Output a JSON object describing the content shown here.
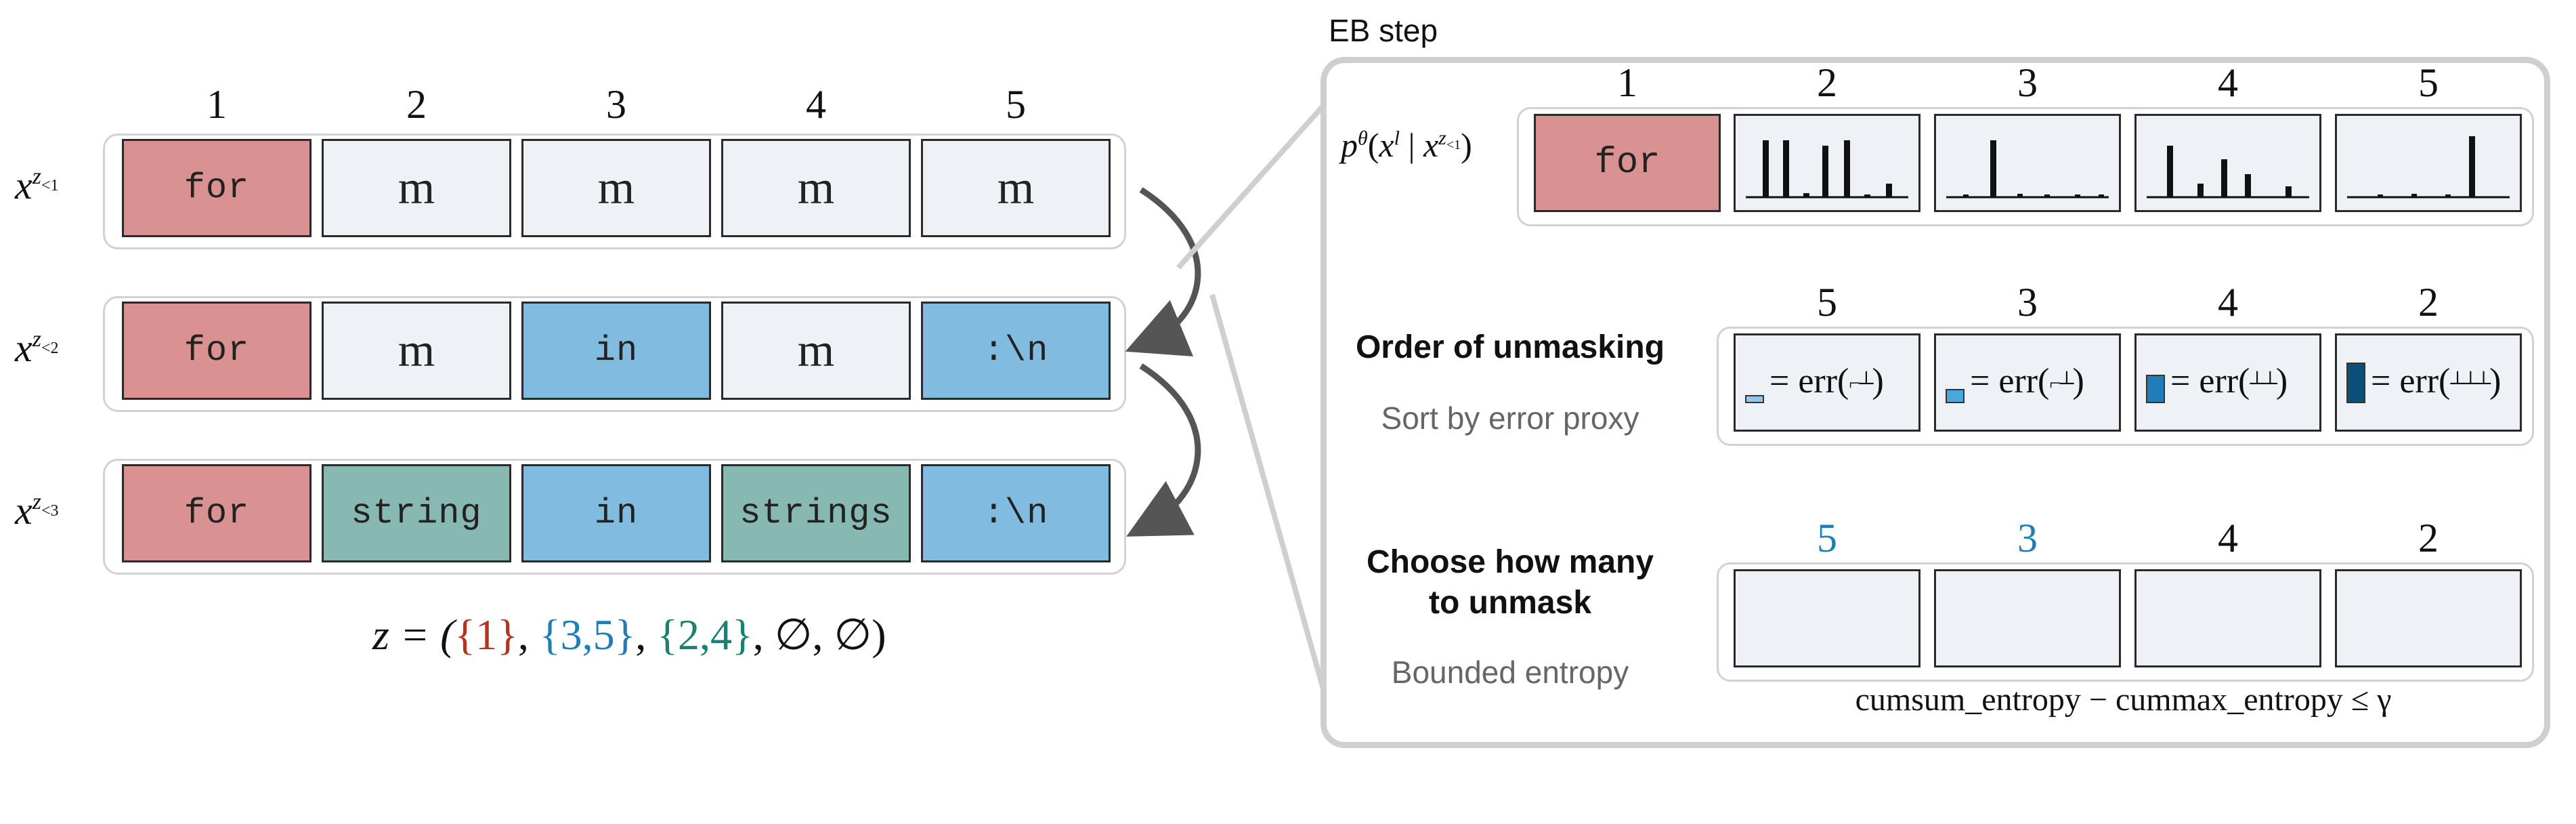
{
  "left": {
    "column_numbers": [
      "1",
      "2",
      "3",
      "4",
      "5"
    ],
    "rows": [
      {
        "label_base": "x",
        "label_sup": "z",
        "label_sub": "<1",
        "tokens": [
          {
            "text": "for",
            "kind": "red",
            "font": "mono"
          },
          {
            "text": "m",
            "kind": "blank",
            "font": "serif"
          },
          {
            "text": "m",
            "kind": "blank",
            "font": "serif"
          },
          {
            "text": "m",
            "kind": "blank",
            "font": "serif"
          },
          {
            "text": "m",
            "kind": "blank",
            "font": "serif"
          }
        ]
      },
      {
        "label_base": "x",
        "label_sup": "z",
        "label_sub": "<2",
        "tokens": [
          {
            "text": "for",
            "kind": "red",
            "font": "mono"
          },
          {
            "text": "m",
            "kind": "blank",
            "font": "serif"
          },
          {
            "text": "in",
            "kind": "blue",
            "font": "mono"
          },
          {
            "text": "m",
            "kind": "blank",
            "font": "serif"
          },
          {
            "text": ":\\n",
            "kind": "blue",
            "font": "mono"
          }
        ]
      },
      {
        "label_base": "x",
        "label_sup": "z",
        "label_sub": "<3",
        "tokens": [
          {
            "text": "for",
            "kind": "red",
            "font": "mono"
          },
          {
            "text": "string",
            "kind": "teal",
            "font": "mono"
          },
          {
            "text": "in",
            "kind": "blue",
            "font": "mono"
          },
          {
            "text": "strings",
            "kind": "teal",
            "font": "mono"
          },
          {
            "text": ":\\n",
            "kind": "blue",
            "font": "mono"
          }
        ]
      }
    ],
    "formula": {
      "prefix": "z = (",
      "g1": "{1}",
      "g2": "{3,5}",
      "g3": "{2,4}",
      "tail": ", ∅, ∅)",
      "sep": ", "
    }
  },
  "panel": {
    "title": "EB step",
    "top_numbers": [
      "1",
      "2",
      "3",
      "4",
      "5"
    ],
    "prob_label": {
      "p": "p",
      "theta": "θ",
      "open": "(",
      "x": "x",
      "l": "l",
      "bar": " | ",
      "x2": "x",
      "z": "z",
      "lt": "<1",
      "close": ")"
    },
    "first_token": "for",
    "order": {
      "heading": "Order of unmasking",
      "sub": "Sort by error proxy",
      "numbers": [
        "5",
        "3",
        "4",
        "2"
      ],
      "errors": [
        "= err(",
        "= err(",
        "= err(",
        "= err("
      ],
      "err_close": ")",
      "bar_levels": [
        0.2,
        0.35,
        0.7,
        1.0
      ]
    },
    "choose": {
      "heading_line1": "Choose how many",
      "heading_line2": "to unmask",
      "sub": "Bounded entropy",
      "numbers": [
        "5",
        "3",
        "4",
        "2"
      ],
      "number_colors": [
        "#1f7db8",
        "#1f7db8",
        "#111111",
        "#111111"
      ],
      "formula": "cumsum_entropy − cummax_entropy ≤ γ"
    }
  },
  "colors": {
    "red_token": "#d99191",
    "blank_token": "#eef2f6",
    "blue_token": "#82bbe0",
    "teal_token": "#87b8b1",
    "g1": "#b5341f",
    "g2": "#1f7db8",
    "g3": "#1a8070"
  }
}
